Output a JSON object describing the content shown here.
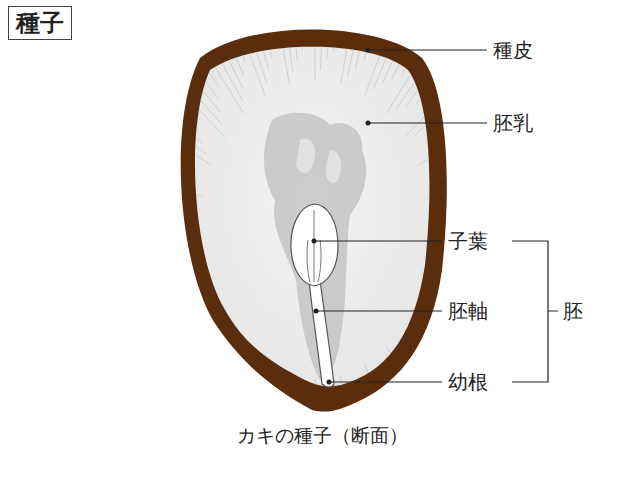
{
  "diagram": {
    "title": "種子",
    "caption": "カキの種子（断面）",
    "labels": [
      "種皮",
      "胚乳",
      "子葉",
      "胚軸",
      "幼根",
      "胚"
    ]
  }
}
